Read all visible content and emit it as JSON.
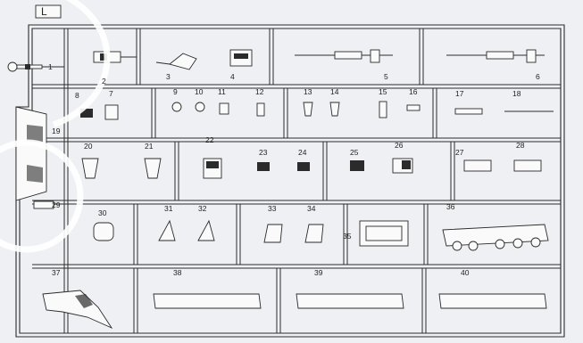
{
  "sprue": {
    "letter": "L",
    "part_numbers": [
      "1",
      "2",
      "3",
      "4",
      "5",
      "6",
      "7",
      "8",
      "9",
      "10",
      "11",
      "12",
      "13",
      "14",
      "15",
      "16",
      "17",
      "18",
      "19",
      "20",
      "21",
      "22",
      "23",
      "24",
      "25",
      "26",
      "27",
      "28",
      "29",
      "30",
      "31",
      "32",
      "33",
      "34",
      "35",
      "36",
      "37",
      "38",
      "39",
      "40"
    ]
  },
  "colors": {
    "background": "#eef0f3",
    "line": "#2b2b2b"
  }
}
